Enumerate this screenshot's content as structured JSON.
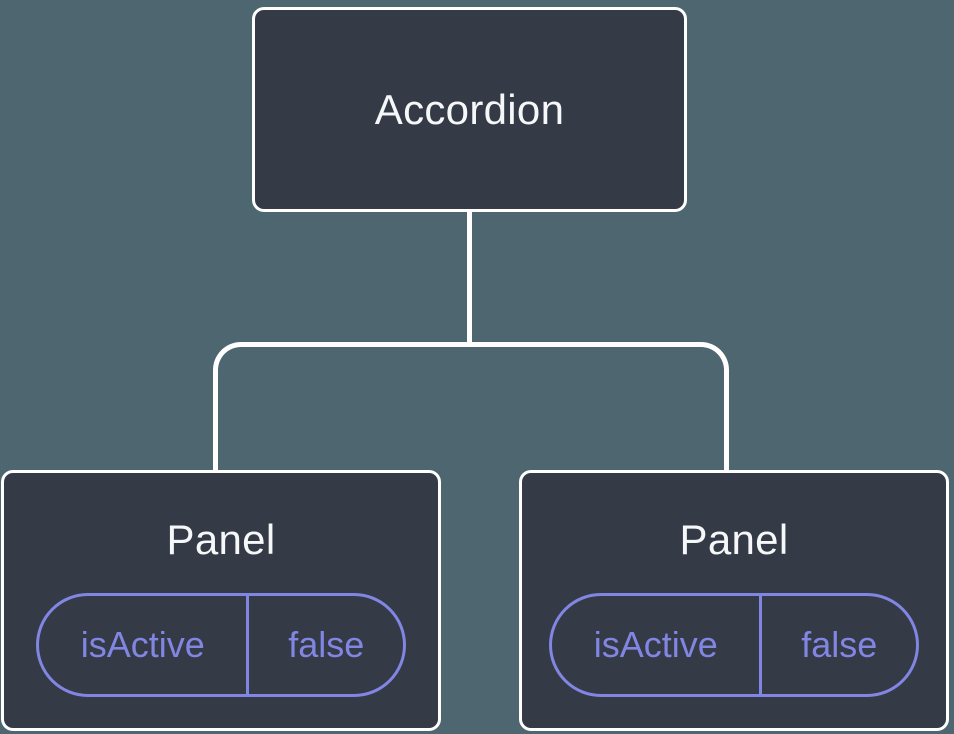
{
  "theme": {
    "bg": "#4D6670",
    "node-bg": "#343A46",
    "line": "#FFFFFF",
    "accent": "#8286E3",
    "text": "#F6F7F9"
  },
  "tree": {
    "root": {
      "label": "Accordion"
    },
    "children": [
      {
        "label": "Panel",
        "state": {
          "key": "isActive",
          "value": "false"
        }
      },
      {
        "label": "Panel",
        "state": {
          "key": "isActive",
          "value": "false"
        }
      }
    ]
  }
}
